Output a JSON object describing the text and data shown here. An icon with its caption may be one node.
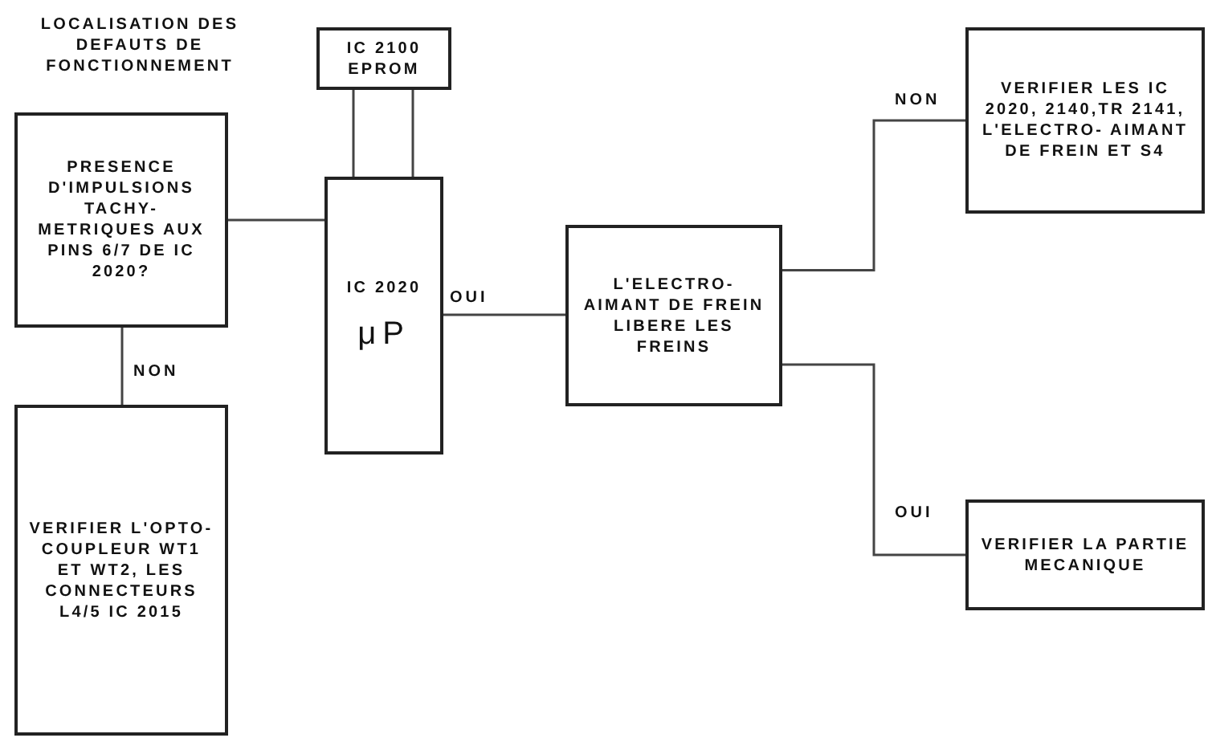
{
  "diagram": {
    "title": "LOCALISATION DES DEFAUTS DE FONCTIONNEMENT",
    "nodes": [
      {
        "text": [
          "IC 2100 EPROM"
        ]
      },
      {
        "text": [
          "PRESENCE D'IMPULSIONS TACHY- METRIQUES AUX PINS 6/7 DE IC 2020?"
        ]
      },
      {
        "text": [
          "IC 2020",
          "μP"
        ]
      },
      {
        "text": [
          "VERIFIER L'OPTO- COUPLEUR WT1 ET WT2, LES CONNECTEURS L4/5 IC 2015"
        ]
      },
      {
        "text": [
          "L'ELECTRO- AIMANT DE FREIN LIBERE LES FREINS"
        ]
      },
      {
        "text": [
          "VERIFIER LES IC 2020, 2140,TR 2141, L'ELECTRO- AIMANT DE FREIN ET S4"
        ]
      },
      {
        "text": [
          "VERIFIER LA PARTIE MECANIQUE"
        ]
      }
    ],
    "edges": [
      {
        "from": 0,
        "to": 2,
        "arrow": "none"
      },
      {
        "from": 0,
        "to": 2,
        "arrow": "none"
      },
      {
        "from": 1,
        "to": 2,
        "arrow": "none"
      },
      {
        "from": 1,
        "to": 3,
        "arrow": "none",
        "label": "NON"
      },
      {
        "from": 2,
        "to": 4,
        "arrow": "none",
        "label": "OUI"
      },
      {
        "from": 4,
        "to": 5,
        "arrow": "none",
        "label": "NON"
      },
      {
        "from": 4,
        "to": 6,
        "arrow": "none",
        "label": "OUI"
      }
    ]
  }
}
